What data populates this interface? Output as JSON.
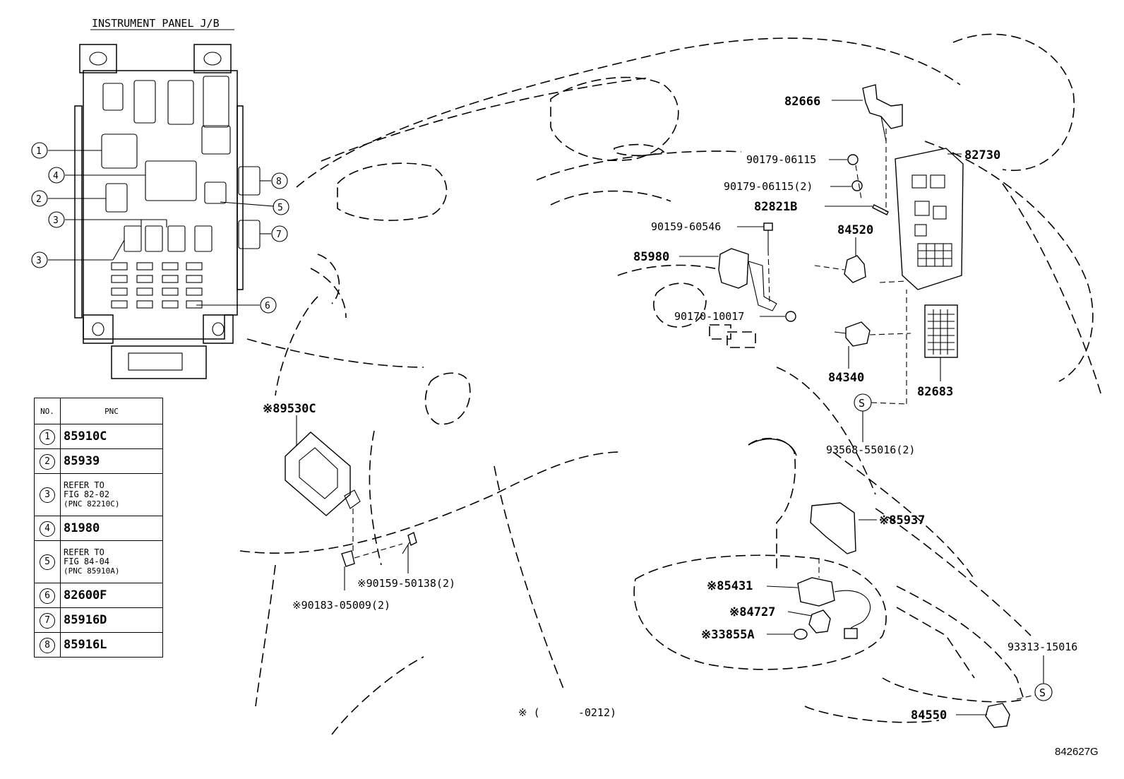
{
  "jb_title": "INSTRUMENT PANEL J/B",
  "callout_numbers": [
    "1",
    "2",
    "3",
    "3",
    "4",
    "5",
    "6",
    "7",
    "8"
  ],
  "table": {
    "headers": {
      "no": "NO.",
      "pnc": "PNC"
    },
    "rows": [
      {
        "no": "1",
        "pnc": "85910C"
      },
      {
        "no": "2",
        "pnc": "85939"
      },
      {
        "no": "3",
        "line1": "REFER TO",
        "line2": "FIG 82-02",
        "line3": "(PNC 82210C)"
      },
      {
        "no": "4",
        "pnc": "81980"
      },
      {
        "no": "5",
        "line1": "REFER TO",
        "line2": "FIG 84-04",
        "line3": "(PNC 85910A)"
      },
      {
        "no": "6",
        "pnc": "82600F"
      },
      {
        "no": "7",
        "pnc": "85916D"
      },
      {
        "no": "8",
        "pnc": "85916L"
      }
    ]
  },
  "part_labels": {
    "p82666": "82666",
    "p82730": "82730",
    "p90179a": "90179-06115",
    "p90179b": "90179-06115(2)",
    "p82821b": "82821B",
    "p90159_60546": "90159-60546",
    "p84520": "84520",
    "p85980": "85980",
    "p90170": "90170-10017",
    "p84340": "84340",
    "p82683": "82683",
    "p93568": "93568-55016(2)",
    "p89530c": "※89530C",
    "p90159_50138": "※90159-50138(2)",
    "p90183": "※90183-05009(2)",
    "p85937": "※85937",
    "p85431": "※85431",
    "p84727": "※84727",
    "p33855a": "※33855A",
    "p93313": "93313-15016",
    "p84550": "84550",
    "s_mark": "S"
  },
  "footnote": "※ (      -0212)",
  "figure_id": "842627G"
}
